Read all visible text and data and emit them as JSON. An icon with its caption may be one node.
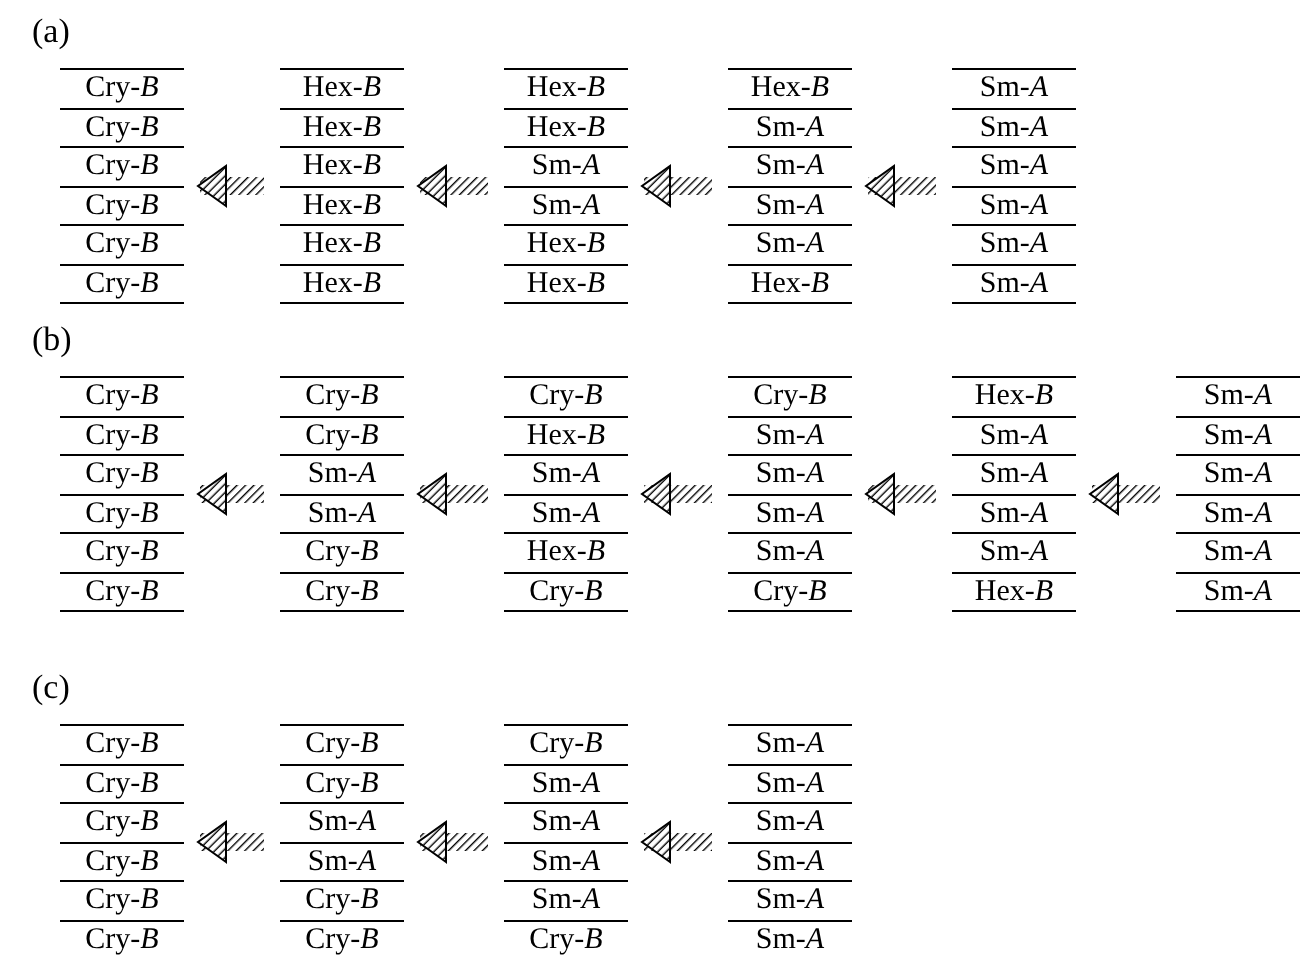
{
  "diagram": {
    "nodes": [
      {
        "text": [
          "Cry-*B*",
          "Cry-*B*",
          "Cry-*B*",
          "Cry-*B*",
          "Cry-*B*",
          "Cry-*B*"
        ]
      },
      {
        "text": [
          "Hex-*B*",
          "Hex-*B*",
          "Hex-*B*",
          "Hex-*B*",
          "Hex-*B*",
          "Hex-*B*"
        ]
      },
      {
        "text": [
          "Hex-*B*",
          "Hex-*B*",
          "Sm-*A*",
          "Sm-*A*",
          "Hex-*B*",
          "Hex-*B*"
        ]
      },
      {
        "text": [
          "Hex-*B*",
          "Sm-*A*",
          "Sm-*A*",
          "Sm-*A*",
          "Sm-*A*",
          "Hex-*B*"
        ]
      },
      {
        "text": [
          "Sm-*A*",
          "Sm-*A*",
          "Sm-*A*",
          "Sm-*A*",
          "Sm-*A*",
          "Sm-*A*"
        ]
      },
      {
        "text": [
          "Cry-*B*",
          "Cry-*B*",
          "Cry-*B*",
          "Cry-*B*",
          "Cry-*B*",
          "Cry-*B*"
        ]
      },
      {
        "text": [
          "Cry-*B*",
          "Cry-*B*",
          "Sm-*A*",
          "Sm-*A*",
          "Cry-*B*",
          "Cry-*B*"
        ]
      },
      {
        "text": [
          "Cry-*B*",
          "Hex-*B*",
          "Sm-*A*",
          "Sm-*A*",
          "Hex-*B*",
          "Cry-*B*"
        ]
      },
      {
        "text": [
          "Cry-*B*",
          "Sm-*A*",
          "Sm-*A*",
          "Sm-*A*",
          "Sm-*A*",
          "Cry-*B*"
        ]
      },
      {
        "text": [
          "Hex-*B*",
          "Sm-*A*",
          "Sm-*A*",
          "Sm-*A*",
          "Sm-*A*",
          "Hex-*B*"
        ]
      },
      {
        "text": [
          "Sm-*A*",
          "Sm-*A*",
          "Sm-*A*",
          "Sm-*A*",
          "Sm-*A*",
          "Sm-*A*"
        ]
      },
      {
        "text": [
          "Cry-*B*",
          "Cry-*B*",
          "Cry-*B*",
          "Cry-*B*",
          "Cry-*B*",
          "Cry-*B*"
        ]
      },
      {
        "text": [
          "Cry-*B*",
          "Cry-*B*",
          "Sm-*A*",
          "Sm-*A*",
          "Cry-*B*",
          "Cry-*B*"
        ]
      },
      {
        "text": [
          "Cry-*B*",
          "Sm-*A*",
          "Sm-*A*",
          "Sm-*A*",
          "Sm-*A*",
          "Cry-*B*"
        ]
      },
      {
        "text": [
          "Sm-*A*",
          "Sm-*A*",
          "Sm-*A*",
          "Sm-*A*",
          "Sm-*A*",
          "Sm-*A*"
        ]
      }
    ],
    "edges": [
      {
        "from": 1,
        "to": 0,
        "arrow": "to"
      },
      {
        "from": 2,
        "to": 1,
        "arrow": "to"
      },
      {
        "from": 3,
        "to": 2,
        "arrow": "to"
      },
      {
        "from": 4,
        "to": 3,
        "arrow": "to"
      },
      {
        "from": 6,
        "to": 5,
        "arrow": "to"
      },
      {
        "from": 7,
        "to": 6,
        "arrow": "to"
      },
      {
        "from": 8,
        "to": 7,
        "arrow": "to"
      },
      {
        "from": 9,
        "to": 8,
        "arrow": "to"
      },
      {
        "from": 10,
        "to": 9,
        "arrow": "to"
      },
      {
        "from": 12,
        "to": 11,
        "arrow": "to"
      },
      {
        "from": 13,
        "to": 12,
        "arrow": "to"
      },
      {
        "from": 14,
        "to": 13,
        "arrow": "to"
      }
    ],
    "labels": [
      "(a)",
      "(b)",
      "(c)"
    ]
  }
}
